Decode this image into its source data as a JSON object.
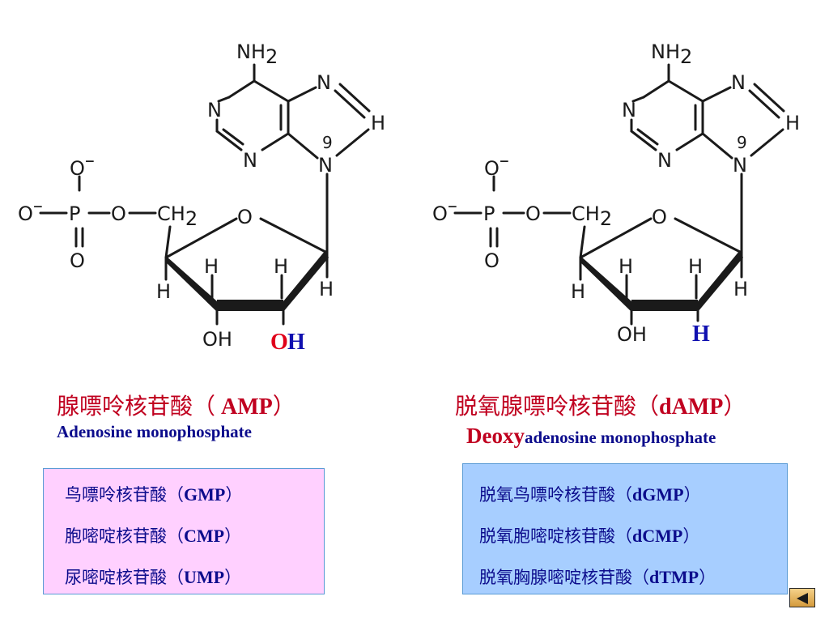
{
  "amp": {
    "title_cn": "腺嘌呤核苷酸（",
    "title_abbr": " AMP",
    "title_close": "）",
    "subtitle": "Adenosine monophosphate",
    "structure": {
      "nh2": "NH",
      "nh2_sub": "2",
      "n_ring": "N",
      "h": "H",
      "o": "O",
      "o_minus": "O",
      "minus": "–",
      "p": "P",
      "ch2": "CH",
      "ch2_sub": "2",
      "oh": "OH",
      "n9_label": "9",
      "highlight_o": "O",
      "highlight_h": "H"
    }
  },
  "damp": {
    "title_cn": "脱氧腺嘌呤核苷酸（",
    "title_abbr": "dAMP",
    "title_close": "）",
    "subtitle_prefix": "Deoxy",
    "subtitle_rest": "adenosine monophosphate",
    "structure": {
      "nh2": "NH",
      "nh2_sub": "2",
      "n_ring": "N",
      "h": "H",
      "o": "O",
      "o_minus": "O",
      "minus": "–",
      "p": "P",
      "ch2": "CH",
      "ch2_sub": "2",
      "oh": "OH",
      "n9_label": "9",
      "highlight_h": "H"
    }
  },
  "ribo_list": [
    {
      "cn": "鸟嘌呤核苷酸（",
      "abbr": "GMP",
      "close": "）"
    },
    {
      "cn": "胞嘧啶核苷酸（",
      "abbr": "CMP",
      "close": "）"
    },
    {
      "cn": "尿嘧啶核苷酸（",
      "abbr": "UMP",
      "close": "）"
    }
  ],
  "deoxy_list": [
    {
      "cn": "脱氧鸟嘌呤核苷酸（",
      "abbr": "dGMP",
      "close": "）"
    },
    {
      "cn": "脱氧胞嘧啶核苷酸（",
      "abbr": "dCMP",
      "close": "）"
    },
    {
      "cn": "脱氧胸腺嘧啶核苷酸（",
      "abbr": "dTMP",
      "close": "）"
    }
  ],
  "colors": {
    "title_red": "#c0001f",
    "subtitle_blue": "#0c0c8c",
    "ribo_box_bg": "#ffd0ff",
    "deoxy_box_bg": "#a7ceff",
    "highlight_o": "#e0001a",
    "highlight_h": "#1010b0"
  },
  "nav": {
    "back_icon": "back-arrow-icon"
  }
}
